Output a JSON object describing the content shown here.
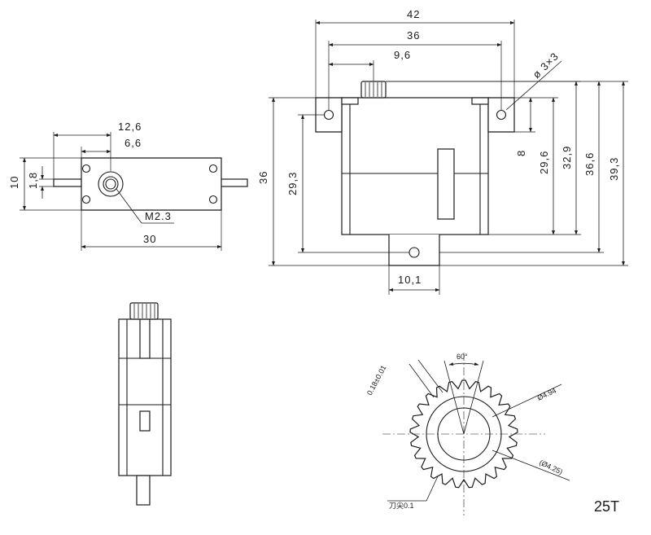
{
  "top_view": {
    "dim_width_outer": "12,6",
    "dim_width_inner": "6,6",
    "dim_height": "10",
    "dim_small": "1,8",
    "thread_label": "M2.3",
    "dim_length": "30"
  },
  "front_view": {
    "dim_overall_width": "42",
    "dim_hole_spacing": "36",
    "dim_shaft_offset": "9,6",
    "hole_label": "ø 3×3",
    "dim_left_height": "36",
    "dim_body_height": "29,3",
    "dim_tab_offset": "8",
    "dim_h_29_6": "29,6",
    "dim_h_32_9": "32,9",
    "dim_h_36_6": "36,6",
    "dim_h_39_3": "39,3",
    "dim_tab_width": "10,1"
  },
  "gear": {
    "angle_label": "60°",
    "tooth_label": "0.18±0.01",
    "outer_dia_label": "Ø4.94",
    "root_dia_label": "(Ø4.25)",
    "tip_label": "刀尖0.1",
    "teeth_label": "25T"
  }
}
